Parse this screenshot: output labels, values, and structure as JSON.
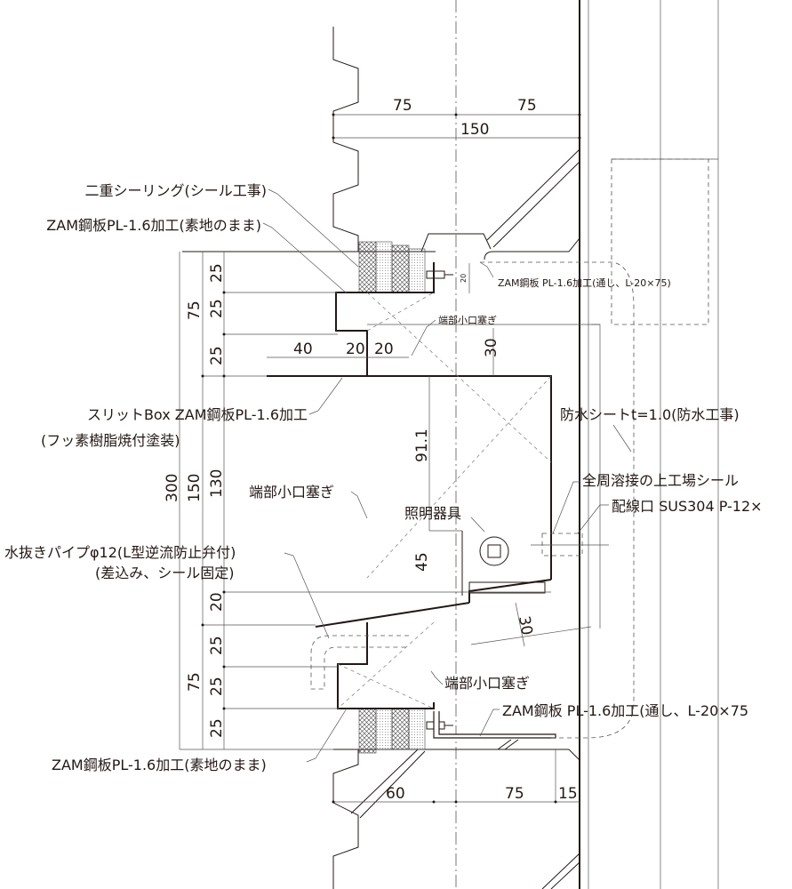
{
  "labels": {
    "double_sealing": "二重シーリング(シール工事)",
    "zam_plain_top": "ZAM鋼板PL-1.6加工(素地のまま)",
    "zam_angle_top": "ZAM鋼板  PL-1.6加工(通し、L-20×75)",
    "end_cap_top": "端部小口塞ぎ",
    "slit_box_line1": "スリットBox  ZAM鋼板PL-1.6加工",
    "slit_box_line2": "(フッ素樹脂焼付塗装)",
    "waterproof_sheet": "防水シートt=1.0(防水工事)",
    "weld_seal": "全周溶接の上工場シール",
    "wiring_port": "配線口  SUS304  P-12×",
    "end_cap_mid": "端部小口塞ぎ",
    "lighting": "照明器具",
    "drain_pipe_line1": "水抜きパイプφ12(L型逆流防止弁付)",
    "drain_pipe_line2": "(差込み、シール固定)",
    "end_cap_bottom": "端部小口塞ぎ",
    "zam_angle_bottom": "ZAM鋼板  PL-1.6加工(通し、L-20×75",
    "zam_plain_bottom": "ZAM鋼板PL-1.6加工(素地のまま)"
  },
  "dimensions": {
    "top_left": "75",
    "top_right": "75",
    "top_total": "150",
    "v_total": "300",
    "v_150": "150",
    "v_130": "130",
    "v_75_top": "75",
    "v_25_a": "25",
    "v_25_b": "25",
    "v_25_c": "25",
    "v_20": "20",
    "v_25_d": "25",
    "v_25_e": "25",
    "v_25_f": "25",
    "v_75_bottom": "75",
    "h_40": "40",
    "h_20_a": "20",
    "h_20_b": "20",
    "box_30": "30",
    "box_91": "91.1",
    "box_45": "45",
    "slope_30": "30",
    "small_20": "20",
    "bottom_60": "60",
    "bottom_75": "75",
    "bottom_15": "15"
  }
}
